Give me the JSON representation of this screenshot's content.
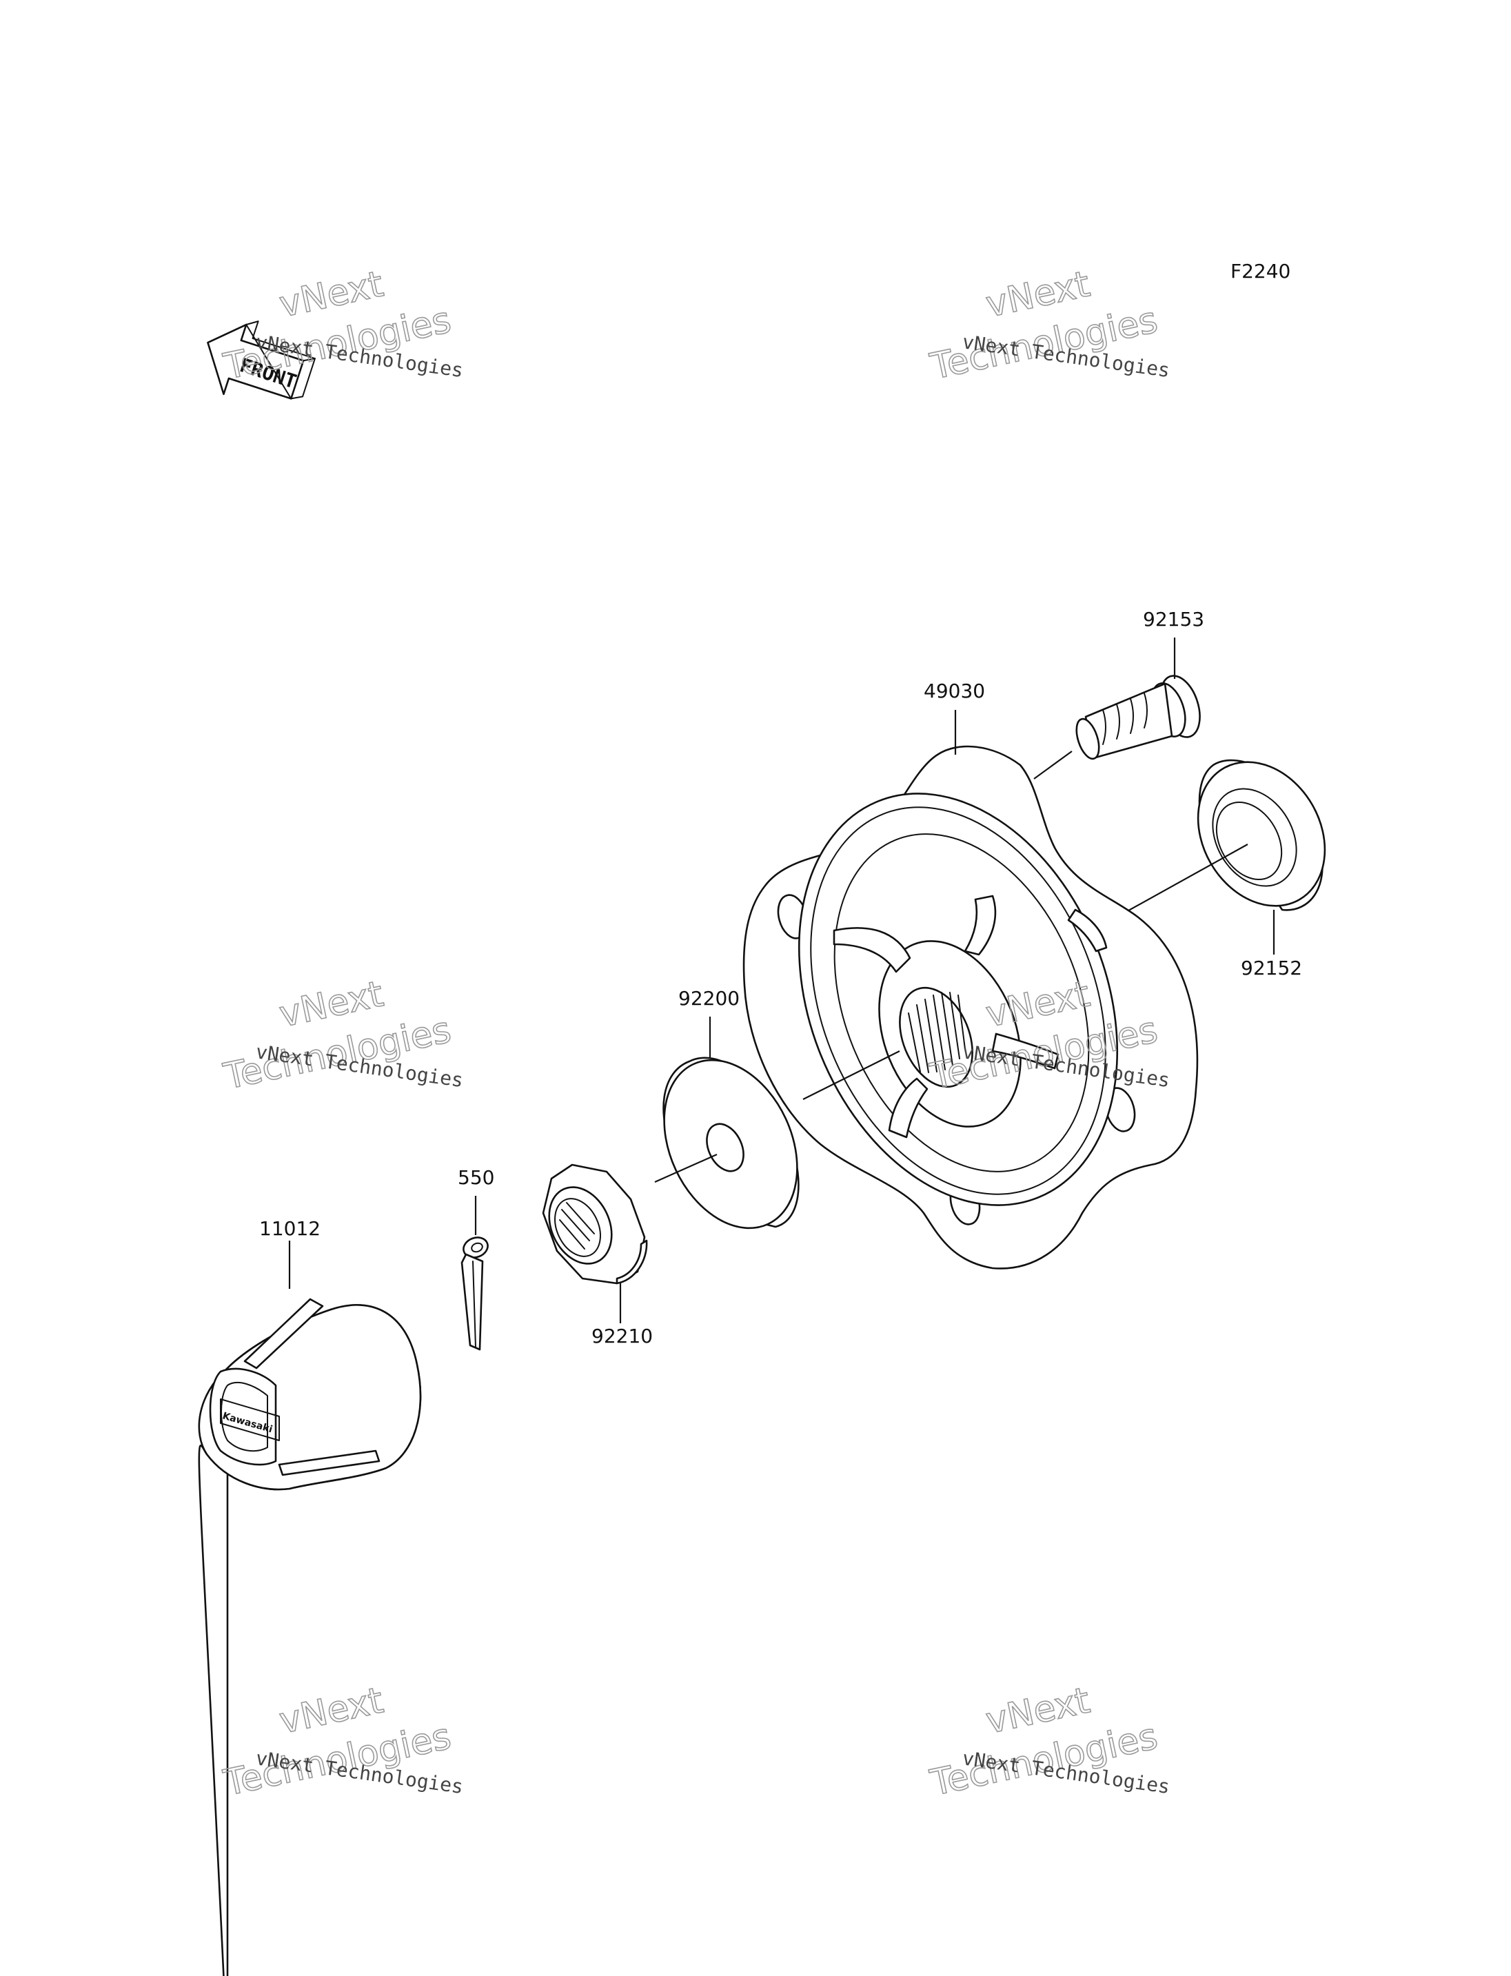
{
  "diagram": {
    "figure_code": "F2240",
    "front_arrow_text": "FRONT",
    "parts": [
      {
        "id": "part-92153",
        "number": "92153"
      },
      {
        "id": "part-49030",
        "number": "49030"
      },
      {
        "id": "part-92152",
        "number": "92152"
      },
      {
        "id": "part-92200",
        "number": "92200"
      },
      {
        "id": "part-550",
        "number": "550"
      },
      {
        "id": "part-11012",
        "number": "11012"
      },
      {
        "id": "part-92210",
        "number": "92210"
      }
    ],
    "hub_cap_logo_text": "Kawasaki"
  },
  "watermarks": [
    {
      "line1": "vNext Technologies",
      "big1": "vNext",
      "big2": "Technologies"
    },
    {
      "line1": "vNext Technologies",
      "big1": "vNext",
      "big2": "Technologies"
    },
    {
      "line1": "vNext Technologies",
      "big1": "vNext",
      "big2": "Technologies"
    },
    {
      "line1": "vNext Technologies",
      "big1": "vNext",
      "big2": "Technologies"
    },
    {
      "line1": "vNext Technologies",
      "big1": "vNext",
      "big2": "Technologies"
    },
    {
      "line1": "vNext Technologies",
      "big1": "vNext",
      "big2": "Technologies"
    }
  ],
  "colors": {
    "line": "#111111",
    "background": "#ffffff",
    "watermark": "#9a9a9a"
  }
}
